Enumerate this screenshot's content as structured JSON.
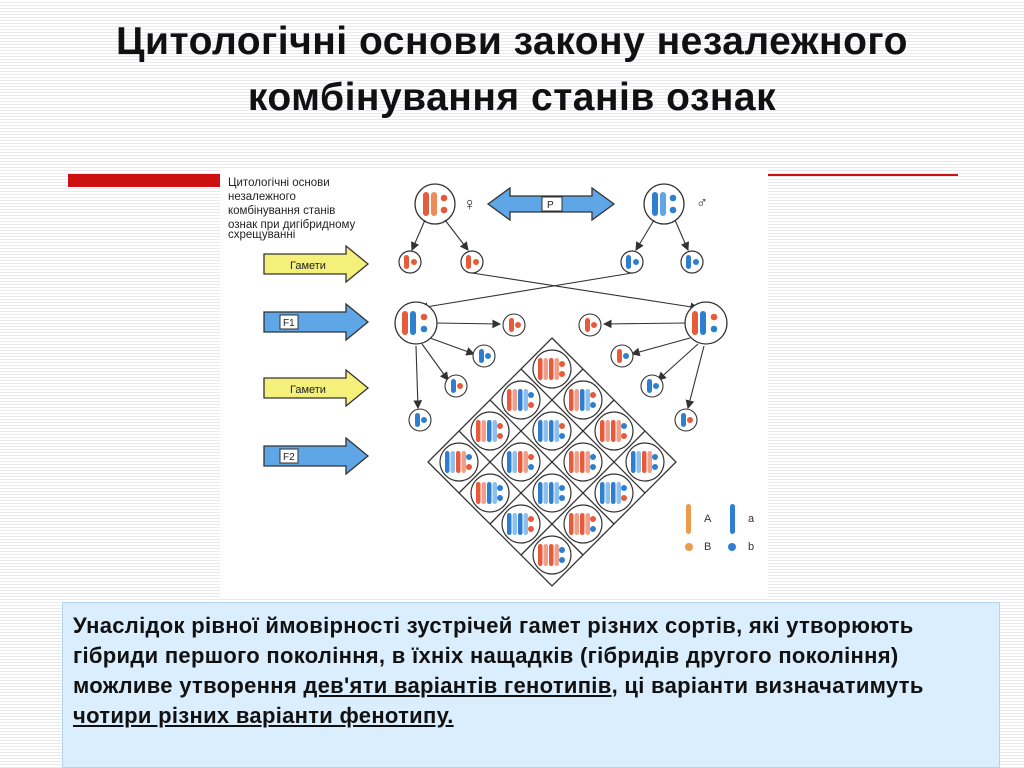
{
  "title": "Цитологічні основи закону незалежного комбінування станів ознак",
  "diagram": {
    "caption_lines": [
      "Цитологічні основи",
      "незалежного",
      "комбінування  станів",
      "ознак при  дигібридному",
      "схрещуванні"
    ],
    "arrow_labels": {
      "gametes_1": "Гамети",
      "f1": "F1",
      "gametes_2": "Гамети",
      "f2": "F2",
      "parents": "P"
    },
    "sex_symbols": {
      "female": "♀",
      "male": "♂"
    },
    "legend": {
      "A": "A",
      "a": "a",
      "B": "B",
      "b": "b"
    }
  },
  "caption": {
    "part1": "Унаслідок рівної ймовірності зустрічей гамет різних сортів, які утворюють гібриди першого покоління, в їхніх нащадків (гібридів другого покоління) можливе утворення ",
    "u1": "дев'яти варіантів генотипів",
    "part2": ", ці варіанти визначатимуть ",
    "u2": "чотири різних варіанти фенотипу."
  },
  "colors": {
    "red_accent": "#cc1111",
    "caption_bg": "#dbeefd",
    "chrom_orange": "#e85a3c",
    "chrom_blue": "#2e7fd0"
  }
}
